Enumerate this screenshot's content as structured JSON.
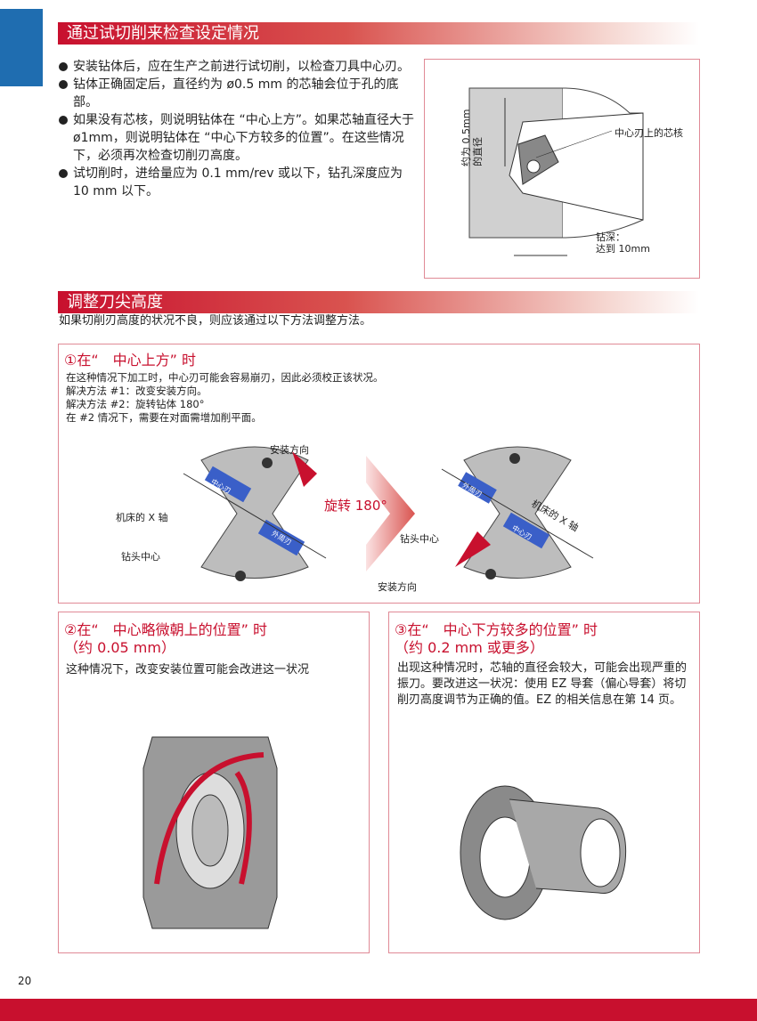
{
  "section1": {
    "title": "通过试切削来检查设定情况",
    "bullets": [
      "安装钻体后，应在生产之前进行试切削，以检查刀具中心刃。",
      "钻体正确固定后，直径约为 ø0.5 mm 的芯轴会位于孔的底部。",
      "如果没有芯核，则说明钻体在 “中心上方”。如果芯轴直径大于 ø1mm，则说明钻体在 “中心下方较多的位置”。在这些情况下，必须再次检查切削刃高度。",
      "试切削时，进给量应为 0.1 mm/rev 或以下，钻孔深度应为 10 mm 以下。"
    ],
    "figure": {
      "diameter_label_1": "约为 0.5mm",
      "diameter_label_2": "的直径",
      "core_label": "中心刃上的芯核",
      "depth_label_1": "钻深：",
      "depth_label_2": "达到 10mm"
    }
  },
  "section2": {
    "title": "调整刀尖高度",
    "intro": "如果切削刃高度的状况不良，则应该通过以下方法调整方法。"
  },
  "case1": {
    "title": "①在“　中心上方” 时",
    "lines": [
      "在这种情况下加工时，中心刃可能会容易崩刃，因此必须校正该状况。",
      "解决方法 #1：改变安装方向。",
      "解决方法 #2：旋转钻体 180°",
      "在 #2 情况下，需要在对面需增加削平面。"
    ],
    "left": {
      "mount_dir": "安装方向",
      "x_axis": "机床的 X 轴",
      "center": "钻头中心",
      "inner": "中心刃",
      "outer": "外周刃"
    },
    "rotate": "旋转 180°",
    "right": {
      "mount_dir": "安装方向",
      "x_axis": "机床的 X 轴",
      "center": "钻头中心",
      "inner": "中心刃",
      "outer": "外周刃"
    }
  },
  "case2": {
    "title_1": "②在“　中心略微朝上的位置” 时",
    "title_2": "（约 0.05 mm）",
    "text": "这种情况下，改变安装位置可能会改进这一状况"
  },
  "case3": {
    "title_1": "③在“　中心下方较多的位置” 时",
    "title_2": "（约 0.2 mm 或更多）",
    "text": "出现这种情况时，芯轴的直径会较大，可能会出现严重的振刀。要改进这一状况：使用 EZ 导套（偏心导套）将切削刃高度调节为正确的值。EZ 的相关信息在第 14 页。"
  },
  "page_number": "20",
  "colors": {
    "accent": "#c8102e",
    "tab": "#1f6db0"
  }
}
